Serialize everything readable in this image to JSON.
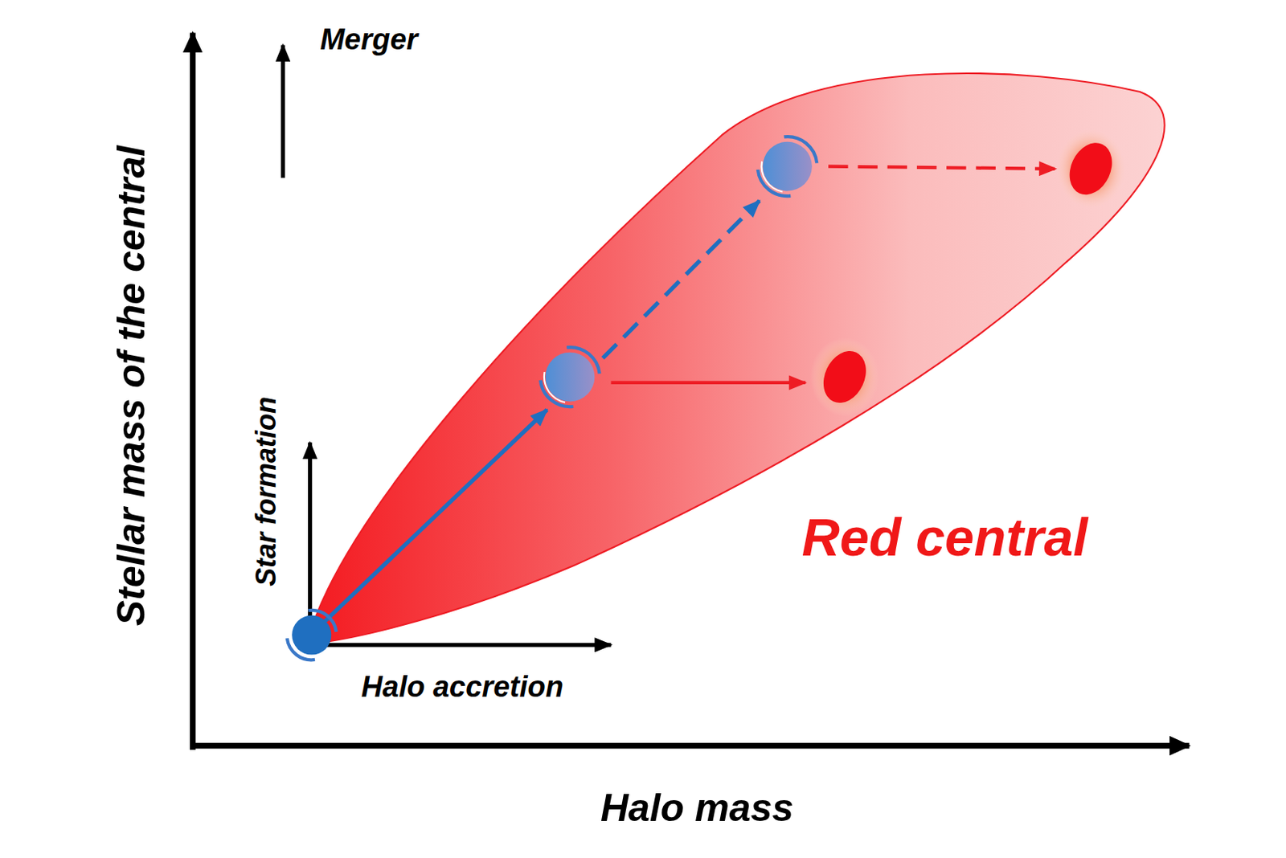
{
  "diagram": {
    "nodes": [
      {
        "text": [
          "Red central"
        ]
      }
    ],
    "labels": [
      "Merger",
      "Star formation",
      "Halo accretion",
      "Stellar mass of the central",
      "Halo mass"
    ]
  }
}
